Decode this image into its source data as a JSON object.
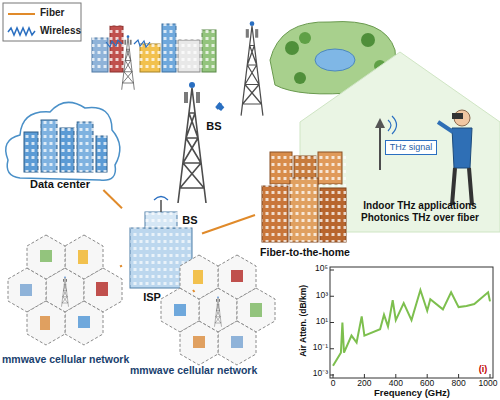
{
  "diagram": {
    "nodes": [
      {
        "text": [
          "Data center"
        ]
      },
      {
        "text": [
          "BS"
        ]
      },
      {
        "text": [
          "BS"
        ]
      },
      {
        "text": [
          "ISP"
        ]
      },
      {
        "text": [
          "Fiber-to-the-home"
        ]
      },
      {
        "text": [
          "Indoor THz applications Photonics THz over fiber"
        ]
      },
      {
        "text": [
          "THz signal"
        ],
        "in": 5
      },
      {
        "text": [
          "mmwave cellular network"
        ]
      },
      {
        "text": [
          "mmwave cellular network"
        ]
      }
    ],
    "edges": [
      {
        "from": 3,
        "to": 0,
        "arrow": "none"
      },
      {
        "from": 3,
        "to": 1,
        "arrow": "none"
      },
      {
        "from": 3,
        "to": 4,
        "arrow": "none"
      },
      {
        "from": 3,
        "to": 7,
        "arrow": "none"
      },
      {
        "from": 3,
        "to": 8,
        "arrow": "none"
      },
      {
        "from": 1,
        "to": 2,
        "arrow": "none"
      }
    ],
    "labels": [
      "Air Atten. (dB/km)",
      "10⁵",
      "10³",
      "10¹",
      "10⁻¹",
      "10⁻³",
      "0",
      "200",
      "400",
      "600",
      "800",
      "1000",
      "Frequency (GHz)",
      "(i)"
    ],
    "legend": [
      {
        "text": "Fiber"
      },
      {
        "text": "Wireless"
      }
    ]
  }
}
